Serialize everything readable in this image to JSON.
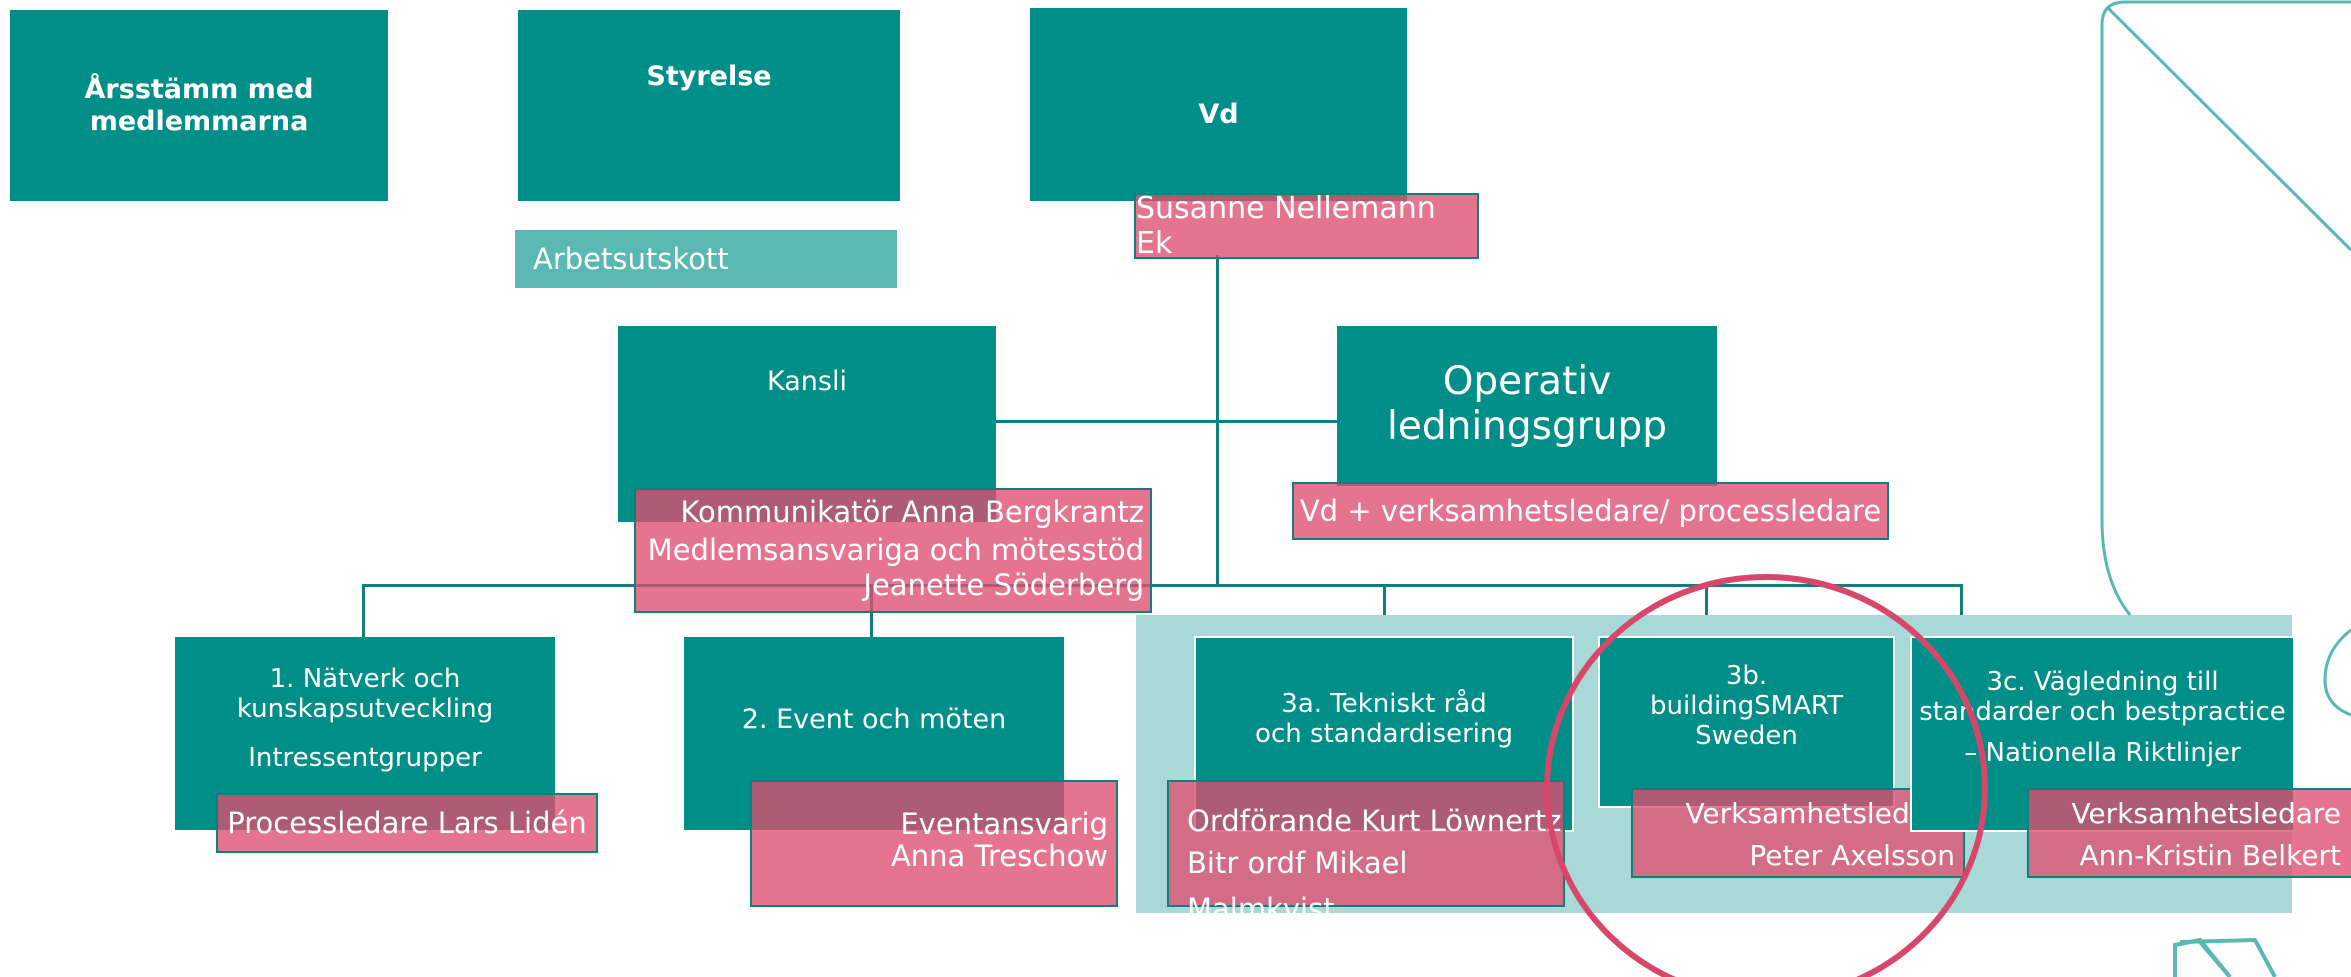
{
  "boxes": {
    "arsstamma": "Årsstämm med medlemmarna",
    "styrelse": "Styrelse",
    "arbetsutskott": "Arbetsutskott",
    "vd": "Vd",
    "kansli": "Kansli",
    "operativ": "Operativ ledningsgrupp",
    "dept1_title": "1. Nätverk och kunskapsutveckling",
    "dept1_sub": "Intressentgrupper",
    "dept2": "2. Event och möten",
    "dept3a": "3a. Tekniskt råd och standardisering",
    "dept3b": "3b. buildingSMART Sweden",
    "dept3c_title": "3c. Vägledning till standarder och bestpractice",
    "dept3c_sub": "– Nationella Riktlinjer"
  },
  "people": {
    "vd": "Susanne Nellemann Ek",
    "kansli_1": "Kommunikatör Anna Bergkrantz",
    "kansli_2": "Medlemsansvariga och mötesstöd",
    "kansli_3": "Jeanette Söderberg",
    "operativ": "Vd + verksamhetsledare/ processledare",
    "dept1": "Processledare Lars Lidén",
    "dept2_1": "Eventansvarig",
    "dept2_2": "Anna Treschow",
    "dept3a_1": "Ordförande Kurt Löwnertz",
    "dept3a_2": "Bitr ordf Mikael Malmkvist",
    "dept3b_1": "Verksamhetsledare",
    "dept3b_2": "Peter Axelsson",
    "dept3c_1": "Verksamhetsledare",
    "dept3c_2": "Ann-Kristin Belkert"
  },
  "colors": {
    "teal": "#008f88",
    "teal_light": "#5ab8b3",
    "panel": "#a9d9d7",
    "pink": "#e06f89",
    "highlight_circle": "#d7466b"
  }
}
